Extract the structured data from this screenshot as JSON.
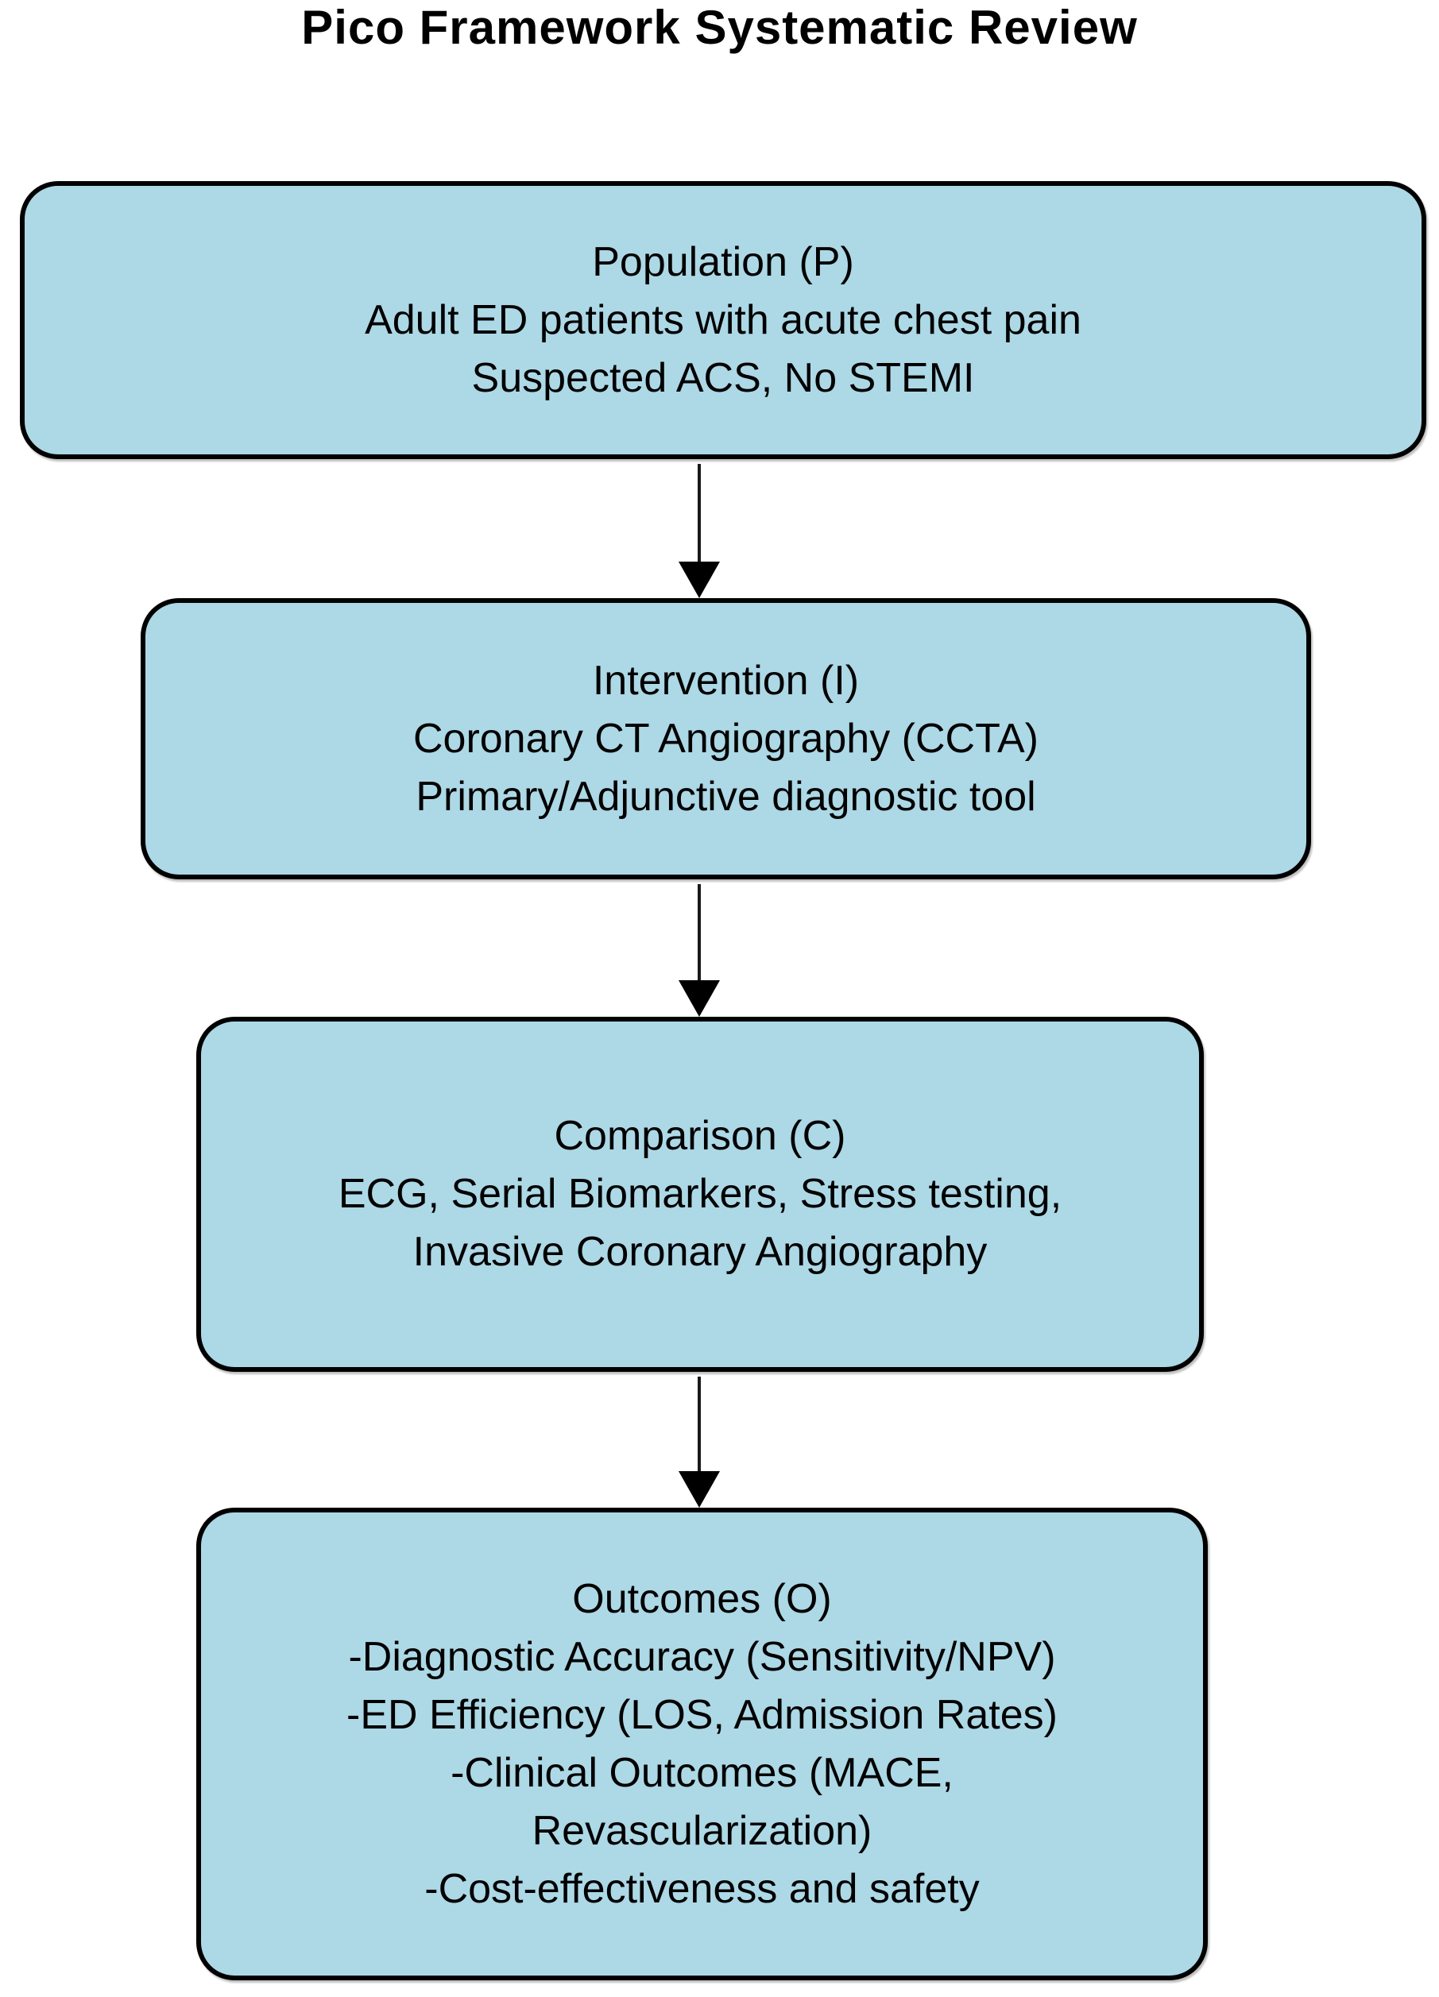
{
  "title": "Pico Framework Systematic Review",
  "colors": {
    "background": "#ffffff",
    "box_fill": "#ADD8E6",
    "box_border": "#000000",
    "text": "#000000",
    "arrow": "#000000"
  },
  "diagram": {
    "type": "flowchart",
    "direction": "top-down",
    "connector_style": "solid-line-filled-triangle-arrow",
    "nodes": [
      {
        "id": "population",
        "lines": [
          "Population (P)",
          "Adult ED patients with acute chest pain",
          "Suspected ACS, No STEMI"
        ]
      },
      {
        "id": "intervention",
        "lines": [
          "Intervention (I)",
          "Coronary CT Angiography (CCTA)",
          "Primary/Adjunctive diagnostic tool"
        ]
      },
      {
        "id": "comparison",
        "lines": [
          "Comparison (C)",
          "ECG, Serial Biomarkers, Stress testing,",
          "Invasive Coronary Angiography"
        ]
      },
      {
        "id": "outcomes",
        "lines": [
          "Outcomes (O)",
          "-Diagnostic Accuracy (Sensitivity/NPV)",
          "-ED Efficiency (LOS, Admission Rates)",
          "-Clinical Outcomes (MACE,",
          "Revascularization)",
          "-Cost-effectiveness and safety"
        ]
      }
    ],
    "edges": [
      {
        "from": "population",
        "to": "intervention"
      },
      {
        "from": "intervention",
        "to": "comparison"
      },
      {
        "from": "comparison",
        "to": "outcomes"
      }
    ]
  }
}
